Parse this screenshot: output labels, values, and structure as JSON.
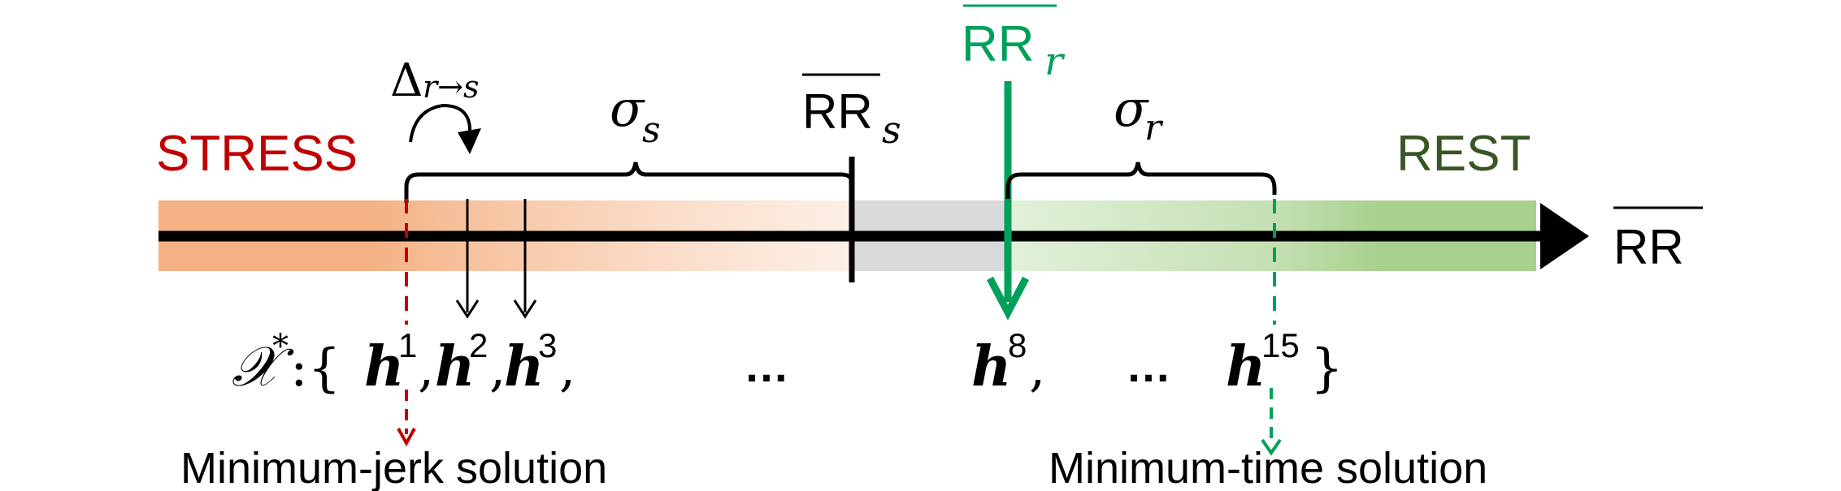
{
  "labels": {
    "stress": "STRESS",
    "rest": "REST",
    "axis_rr": "RR",
    "rr_s_main": "RR",
    "rr_s_sub": "s",
    "rr_r_main": "RR",
    "rr_r_sub": "r",
    "sigma_s_symbol": "σ",
    "sigma_s_sub": "s",
    "sigma_r_symbol": "σ",
    "sigma_r_sub": "r",
    "delta_symbol": "Δ",
    "delta_sub": "r→s",
    "set_symbol": "𝒳",
    "set_superscript": "*",
    "set_colon_brace": ":{",
    "h_letter": "h",
    "h1_sup": "1",
    "h2_sup": "2",
    "h3_sup": "3",
    "h8_sup": "8",
    "h15_sup": "15",
    "comma": ",",
    "ellipsis": "…",
    "close_brace": "}",
    "min_jerk": "Minimum-jerk solution",
    "min_time": "Minimum-time solution"
  },
  "colors": {
    "stress": "#c00000",
    "rest": "#375623",
    "rr_r": "#00a05a",
    "stress_band": "#f4b183",
    "rest_band": "#a9d18e",
    "neutral_band": "#d9d9d9",
    "axis": "#000000"
  }
}
